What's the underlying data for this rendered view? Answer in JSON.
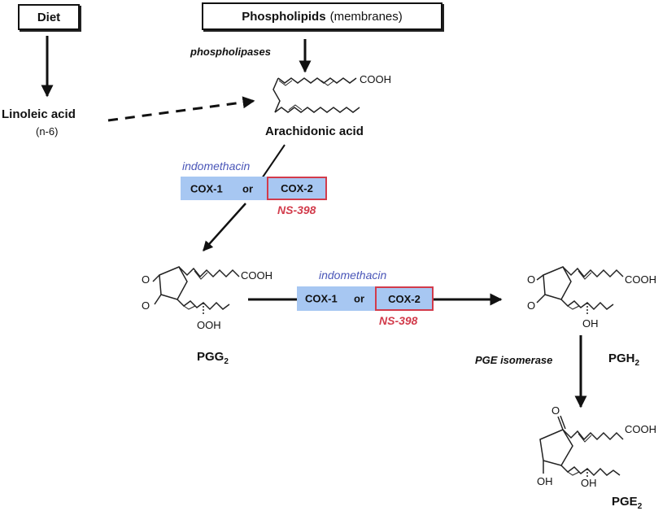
{
  "boxes": {
    "diet": "Diet",
    "phospholipids": "Phospholipids",
    "membranes": "(membranes)"
  },
  "labels": {
    "phospholipases": "phospholipases",
    "linoleic_acid": "Linoleic acid",
    "n6": "(n-6)",
    "arachidonic_acid": "Arachidonic acid",
    "pge_isomerase": "PGE isomerase"
  },
  "inhibition_top": {
    "indomethacin": "indomethacin",
    "cox1": "COX-1",
    "or": "or",
    "cox2": "COX-2",
    "ns398": "NS-398"
  },
  "inhibition_mid": {
    "indomethacin": "indomethacin",
    "cox1": "COX-1",
    "or": "or",
    "cox2": "COX-2",
    "ns398": "NS-398"
  },
  "molecules": {
    "pgg2": {
      "name": "PGG",
      "sub": "2",
      "cooh": "COOH",
      "ooh": "OOH",
      "o": "O"
    },
    "pgh2": {
      "name": "PGH",
      "sub": "2",
      "cooh": "COOH",
      "oh": "OH",
      "o": "O"
    },
    "pge2": {
      "name": "PGE",
      "sub": "2",
      "cooh": "COOH",
      "oh1": "OH",
      "oh2": "OH",
      "o": "O"
    },
    "arachidonic": {
      "cooh": "COOH"
    }
  },
  "colors": {
    "cox_fill": "#a7c7f2",
    "cox2_border": "#d23b4b",
    "indomethacin_text": "#4a56b8",
    "ns398_text": "#d23b4b"
  }
}
